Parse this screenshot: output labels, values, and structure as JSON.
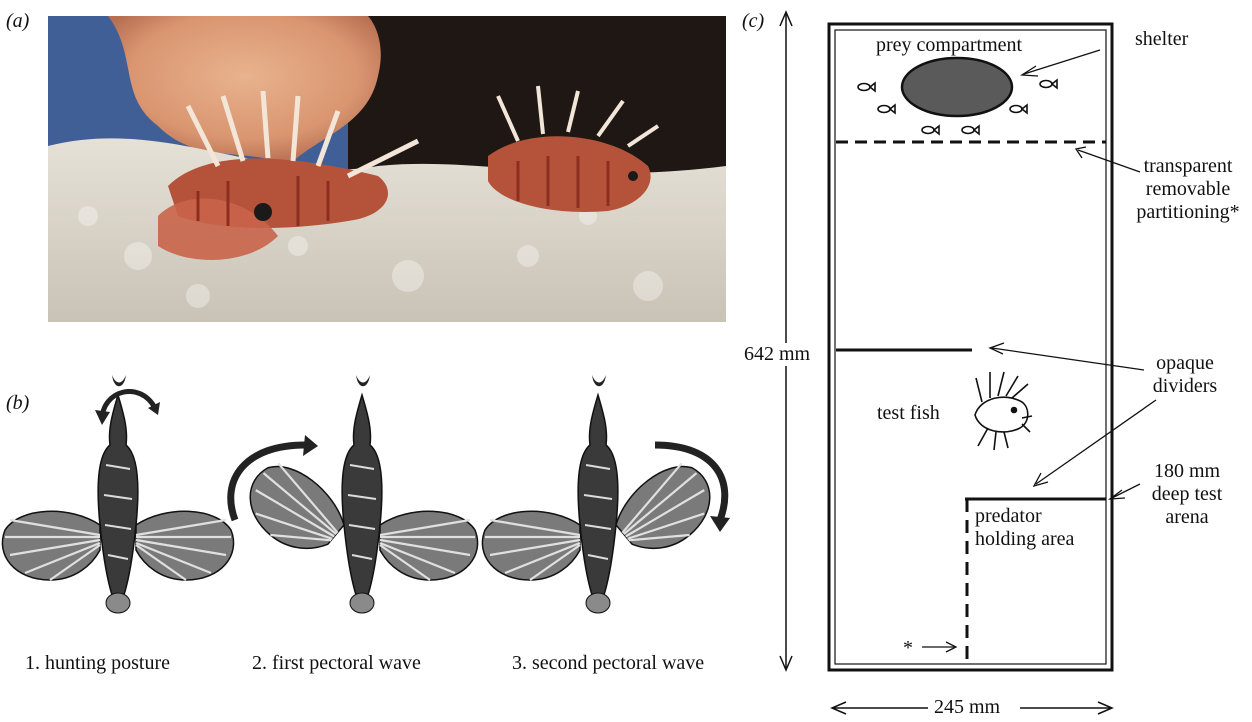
{
  "panel_a": {
    "label": "(a)"
  },
  "panel_b": {
    "label": "(b)",
    "captions": [
      "1. hunting posture",
      "2. first pectoral wave",
      "3. second pectoral wave"
    ]
  },
  "panel_c": {
    "label": "(c)",
    "height_label": "642 mm",
    "width_label": "245 mm",
    "prey_compartment": "prey compartment",
    "shelter": "shelter",
    "partition_label": [
      "transparent",
      "removable",
      "partitioning*"
    ],
    "dividers_label": [
      "opaque",
      "dividers"
    ],
    "test_fish": "test fish",
    "depth_label": [
      "180 mm",
      "deep test",
      "arena"
    ],
    "holding_label": [
      "predator",
      "holding area"
    ],
    "asterisk": "*"
  },
  "colors": {
    "shelter_fill": "#5a5a5a",
    "line": "#111111"
  }
}
